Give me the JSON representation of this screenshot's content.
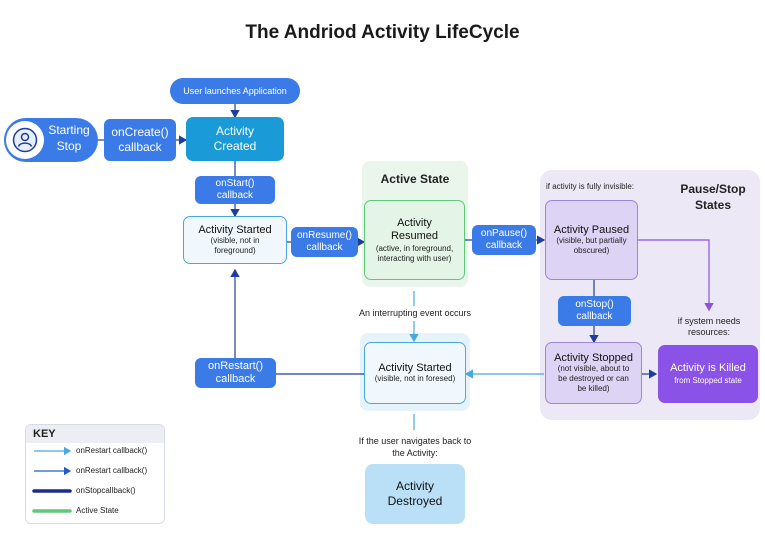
{
  "title": "The Andriod Activity LifeCycle",
  "user_launch": "User launches Application",
  "starting_stop": "Starting\nStop",
  "oncreate": "onCreate()\ncallback",
  "activity_created": "Activity\nCreated",
  "onstart": "onStart()\ncallback",
  "started_left": {
    "title": "Activity Started",
    "sub": "(visible, not in\nforeground)"
  },
  "onresume": "onResume()\ncallback",
  "active_state_label": "Active State",
  "resumed": {
    "title": "Activity\nResumed",
    "sub": "(active, in foreground,\ninteracting with user)"
  },
  "onpause": "onPause()\ncallback",
  "pause_stop_label": "Pause/Stop\nStates",
  "fully_invisible": "if activity is fully invisible:",
  "paused": {
    "title": "Activity Paused",
    "sub": "(visible, but partially\nobscured)"
  },
  "onstop": "onStop()\ncallback",
  "system_needs": "if system needs\nresources:",
  "stopped": {
    "title": "Activity Stopped",
    "sub": "(not visible, about to\nbe destroyed or can\nbe killed)"
  },
  "killed": {
    "title": "Activity is Killed",
    "sub": "from Stopped state"
  },
  "interrupt": "An interrupting event occurs",
  "started_center": {
    "title": "Activity Started",
    "sub": "(visible, not in foresed)"
  },
  "onrestart": "onRestart()\ncallback",
  "navigates_back": "If the user navigates back to\nthe Activity:",
  "destroyed": "Activity\nDestroyed",
  "key": {
    "title": "KEY",
    "items": [
      {
        "label": "onRestart callback()",
        "color": "#4aa8e0"
      },
      {
        "label": "onRestart callback()",
        "color": "#1f5fc4"
      },
      {
        "label": "onStopcallback()",
        "color": "#1b2c8c"
      },
      {
        "label": "Active State",
        "color": "#5ec97a"
      }
    ]
  },
  "colors": {
    "callback": "#3b7be8",
    "created": "#1a9bd8",
    "paused_bg": "#ddd3f5",
    "killed": "#8a52e6"
  }
}
